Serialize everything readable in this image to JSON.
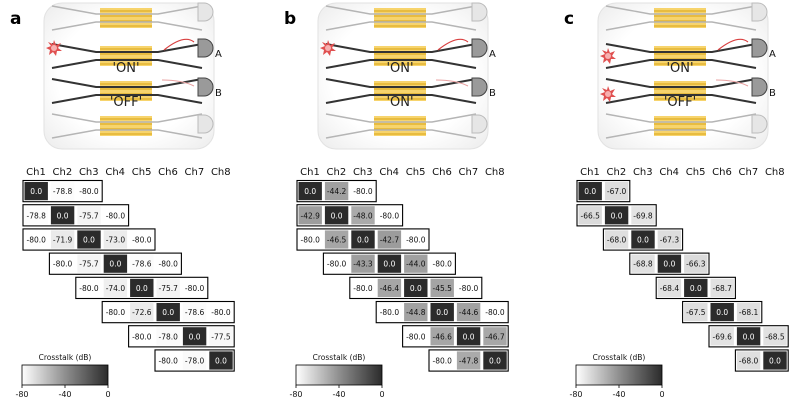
{
  "panels": [
    {
      "letter": "a",
      "labels": [
        "'ON'",
        "'OFF'"
      ],
      "detectors": [
        "A",
        "B"
      ],
      "sources": 1,
      "headers": [
        "Ch1",
        "Ch2",
        "Ch3",
        "Ch4",
        "Ch5",
        "Ch6",
        "Ch7",
        "Ch8"
      ],
      "rows": [
        [
          "0.0",
          "-78.8",
          "-80.0"
        ],
        [
          "-78.8",
          "0.0",
          "-75.7",
          "-80.0"
        ],
        [
          "-80.0",
          "-71.9",
          "0.0",
          "-73.0",
          "-80.0"
        ],
        [
          "-80.0",
          "-75.7",
          "0.0",
          "-78.6",
          "-80.0"
        ],
        [
          "-80.0",
          "-74.0",
          "0.0",
          "-75.7",
          "-80.0"
        ],
        [
          "-80.0",
          "-72.6",
          "0.0",
          "-78.6",
          "-80.0"
        ],
        [
          "-80.0",
          "-78.0",
          "0.0",
          "-77.5"
        ],
        [
          "-80.0",
          "-78.0",
          "0.0"
        ]
      ],
      "colorbar": {
        "label": "Crosstalk (dB)",
        "ticks": [
          "-80",
          "-40",
          "0"
        ]
      }
    },
    {
      "letter": "b",
      "labels": [
        "'ON'",
        "'ON'"
      ],
      "detectors": [
        "A",
        "B"
      ],
      "sources": 1,
      "headers": [
        "Ch1",
        "Ch2",
        "Ch3",
        "Ch4",
        "Ch5",
        "Ch6",
        "Ch7",
        "Ch8"
      ],
      "rows": [
        [
          "0.0",
          "-44.2",
          "-80.0"
        ],
        [
          "-42.9",
          "0.0",
          "-48.0",
          "-80.0"
        ],
        [
          "-80.0",
          "-46.5",
          "0.0",
          "-42.7",
          "-80.0"
        ],
        [
          "-80.0",
          "-43.3",
          "0.0",
          "-44.0",
          "-80.0"
        ],
        [
          "-80.0",
          "-46.4",
          "0.0",
          "-45.5",
          "-80.0"
        ],
        [
          "-80.0",
          "-44.8",
          "0.0",
          "-44.6",
          "-80.0"
        ],
        [
          "-80.0",
          "-46.6",
          "0.0",
          "-46.7"
        ],
        [
          "-80.0",
          "-47.8",
          "0.0"
        ]
      ],
      "colorbar": {
        "label": "Crosstalk (dB)",
        "ticks": [
          "-80",
          "-40",
          "0"
        ]
      }
    },
    {
      "letter": "c",
      "labels": [
        "'ON'",
        "'OFF'"
      ],
      "detectors": [
        "A",
        "B"
      ],
      "sources": 2,
      "headers": [
        "Ch1",
        "Ch2",
        "Ch3",
        "Ch4",
        "Ch5",
        "Ch6",
        "Ch7",
        "Ch8"
      ],
      "rows": [
        [
          "0.0",
          "-67.0"
        ],
        [
          "-66.5",
          "0.0",
          "-69.8"
        ],
        [
          "-68.0",
          "0.0",
          "-67.3"
        ],
        [
          "-68.8",
          "0.0",
          "-66.3"
        ],
        [
          "-68.4",
          "0.0",
          "-68.7"
        ],
        [
          "-67.5",
          "0.0",
          "-68.1"
        ],
        [
          "-69.6",
          "0.0",
          "-68.5"
        ],
        [
          "-68.0",
          "0.0"
        ]
      ],
      "colorbar": {
        "label": "Crosstalk (dB)",
        "ticks": [
          "-80",
          "-40",
          "0"
        ]
      }
    }
  ]
}
